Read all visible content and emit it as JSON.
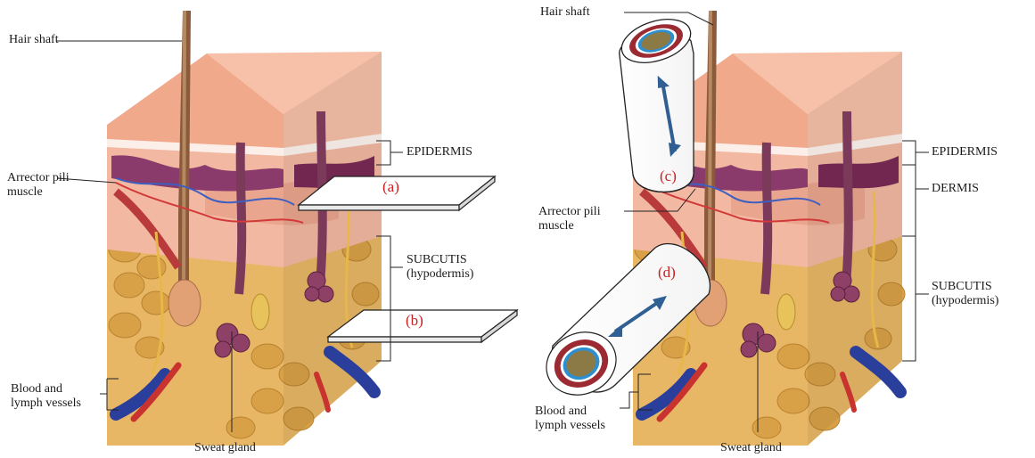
{
  "left_panel": {
    "hair_shaft": "Hair shaft",
    "arrector": "Arrector pili\nmuscle",
    "vessels": "Blood and\nlymph vessels",
    "sweat_gland": "Sweat gland",
    "epidermis": "EPIDERMIS",
    "subcutis": "SUBCUTIS\n(hypodermis)",
    "plate_a": "(a)",
    "plate_b": "(b)"
  },
  "right_panel": {
    "hair_shaft": "Hair shaft",
    "arrector": "Arrector pili\nmuscle",
    "vessels": "Blood and\nlymph vessels",
    "sweat_gland": "Sweat gland",
    "epidermis": "EPIDERMIS",
    "dermis": "DERMIS",
    "subcutis": "SUBCUTIS\n(hypodermis)",
    "cyl_c": "(c)",
    "cyl_d": "(d)"
  },
  "colors": {
    "sample_label": "#cc1f1f",
    "arrow": "#2f5f93",
    "core": "#8b7a45",
    "ring_blue": "#2d8fd0",
    "ring_red": "#9b2a33"
  }
}
